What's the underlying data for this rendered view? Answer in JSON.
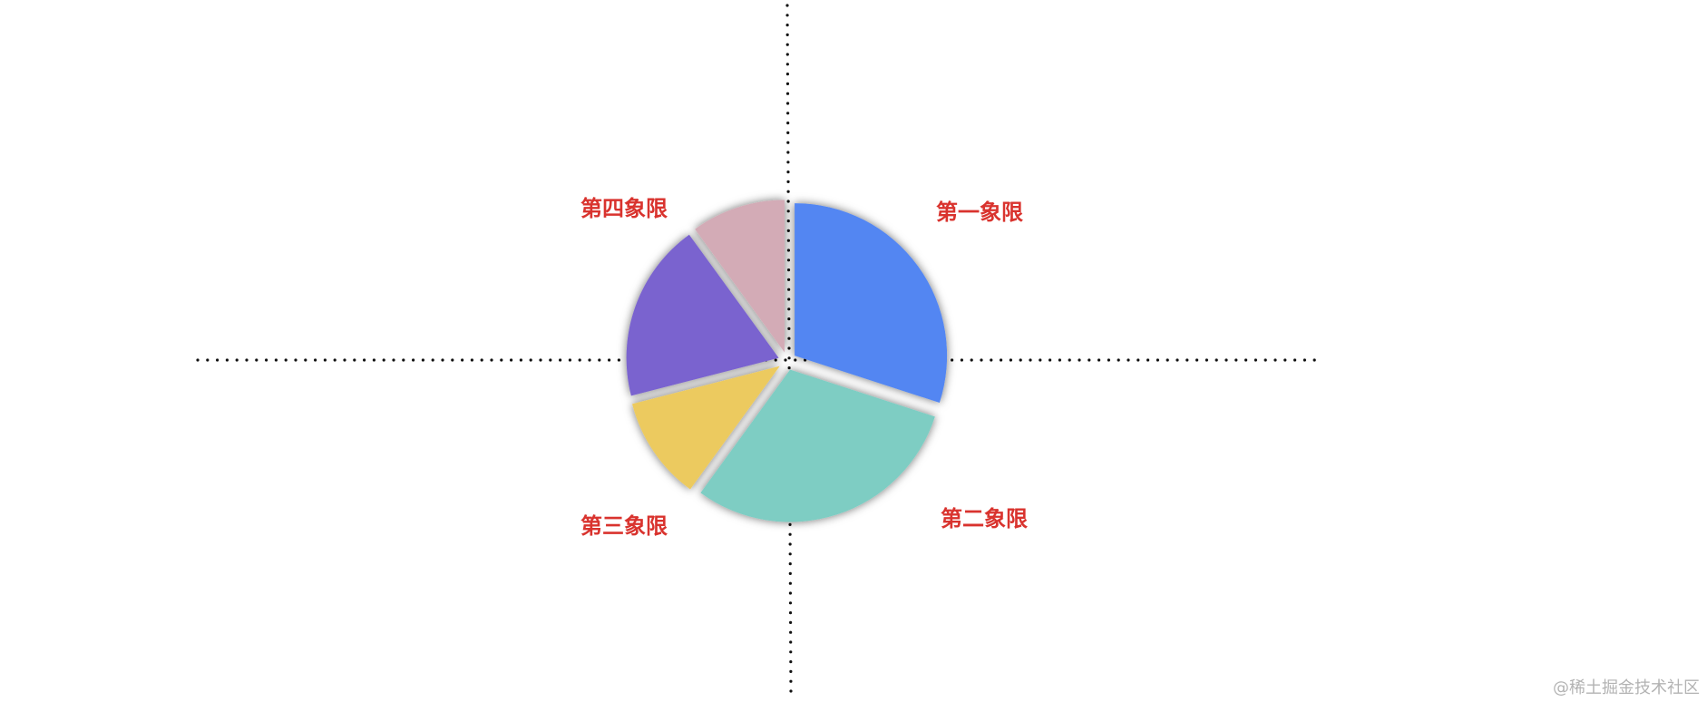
{
  "quadrant_labels": {
    "q1": "第一象限",
    "q2": "第二象限",
    "q3": "第三象限",
    "q4": "第四象限"
  },
  "watermark": "@稀土掘金技术社区",
  "colors": {
    "label": "#d9332e",
    "axis": "#111111",
    "watermark": "#b3b3b3",
    "slices": [
      "#5286f2",
      "#7ecdc3",
      "#ecca5e",
      "#7a63cf",
      "#d3abb6"
    ]
  },
  "chart_data": {
    "type": "pie",
    "style": "exploded",
    "start_angle": "12 o'clock",
    "direction": "clockwise",
    "slice_colors": [
      "#5286f2",
      "#7ecdc3",
      "#ecca5e",
      "#7a63cf",
      "#d3abb6"
    ],
    "slice_fractions": [
      0.3,
      0.3,
      0.11,
      0.19,
      0.1
    ]
  }
}
